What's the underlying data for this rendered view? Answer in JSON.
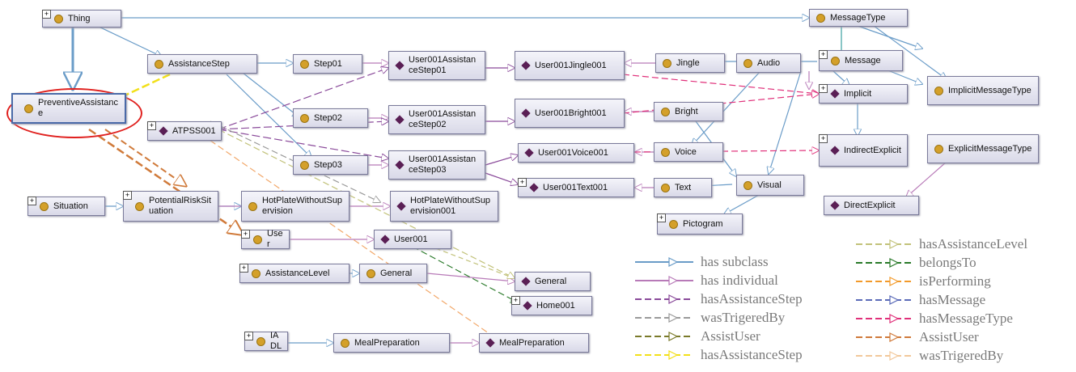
{
  "nodes": {
    "thing": "Thing",
    "message_type": "MessageType",
    "assistance_step": "AssistanceStep",
    "step01": "Step01",
    "step02": "Step02",
    "step03": "Step03",
    "ua_step01": "User001AssistanceStep01",
    "ua_step02": "User001AssistanceStep02",
    "ua_step03": "User001AssistanceStep03",
    "jingle001": "User001Jingle001",
    "bright001": "User001Bright001",
    "voice001": "User001Voice001",
    "text001": "User001Text001",
    "jingle": "Jingle",
    "audio": "Audio",
    "message": "Message",
    "implicit": "Implicit",
    "implicit_message_type": "ImplicitMessageType",
    "bright": "Bright",
    "voice": "Voice",
    "text": "Text",
    "visual": "Visual",
    "pictogram": "Pictogram",
    "indirect_explicit": "IndirectExplicit",
    "explicit_message_type": "ExplicitMessageType",
    "direct_explicit": "DirectExplicit",
    "preventive_assistance": "PreventiveAssistance",
    "atpss001": "ATPSS001",
    "situation": "Situation",
    "potential_risk_situation": "PotentialRiskSituation",
    "hotplate": "HotPlateWithoutSupervision",
    "hotplate001": "HotPlateWithoutSupervision001",
    "user": "User",
    "user001": "User001",
    "assistance_level": "AssistanceLevel",
    "general": "General",
    "general_ind": "General",
    "home001": "Home001",
    "iadl": "IADL",
    "meal_preparation": "MealPreparation",
    "meal_preparation_ind": "MealPreparation"
  },
  "legend": {
    "left": [
      {
        "label": "has subclass",
        "color": "#6a9cc8",
        "style": "solid"
      },
      {
        "label": "has individual",
        "color": "#b87ab8",
        "style": "solid"
      },
      {
        "label": "hasAssistanceStep",
        "color": "#8a4a9a",
        "style": "dashed"
      },
      {
        "label": "wasTrigeredBy",
        "color": "#9a9a9a",
        "style": "dashed"
      },
      {
        "label": "AssistUser",
        "color": "#7a7a2a",
        "style": "dashed"
      },
      {
        "label": "hasAssistanceStep",
        "color": "#f2e01a",
        "style": "dashed"
      }
    ],
    "right": [
      {
        "label": "hasAssistanceLevel",
        "color": "#c2c27a",
        "style": "dashed"
      },
      {
        "label": "belongsTo",
        "color": "#2a7a2a",
        "style": "dashed"
      },
      {
        "label": "isPerforming",
        "color": "#f29a2a",
        "style": "dashed"
      },
      {
        "label": "hasMessage",
        "color": "#5a6ab8",
        "style": "dashed"
      },
      {
        "label": "hasMessageType",
        "color": "#e0307a",
        "style": "dashed"
      },
      {
        "label": "AssistUser",
        "color": "#d07a3a",
        "style": "dashed"
      },
      {
        "label": "wasTrigeredBy",
        "color": "#f2c89a",
        "style": "dashed"
      }
    ]
  }
}
